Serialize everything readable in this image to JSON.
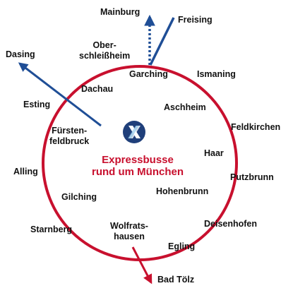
{
  "diagram": {
    "title_line1": "Expressbusse",
    "title_line2": "rund um München",
    "colors": {
      "ring": "#c8102e",
      "ring_route": "#c8102e",
      "blue_route": "#1f4e96",
      "title": "#c8102e",
      "logo_bg": "#1f3f7a"
    },
    "logo_icon": "expressbus-x-logo",
    "places": {
      "mainburg": "Mainburg",
      "freising": "Freising",
      "dasing": "Dasing",
      "oberschleissheim": "Ober-\nschleißheim",
      "garching": "Garching",
      "ismaning": "Ismaning",
      "dachau": "Dachau",
      "esting": "Esting",
      "aschheim": "Aschheim",
      "feldkirchen": "Feldkirchen",
      "fuerstenfeldbruck": "Fürsten-\nfeldbruck",
      "haar": "Haar",
      "alling": "Alling",
      "putzbrunn": "Putzbrunn",
      "hohenbrunn": "Hohenbrunn",
      "gilching": "Gilching",
      "deisenhofen": "Deisenhofen",
      "starnberg": "Starnberg",
      "wolfratshausen": "Wolfrats-\nhausen",
      "egling": "Egling",
      "bad_toelz": "Bad Tölz"
    }
  }
}
